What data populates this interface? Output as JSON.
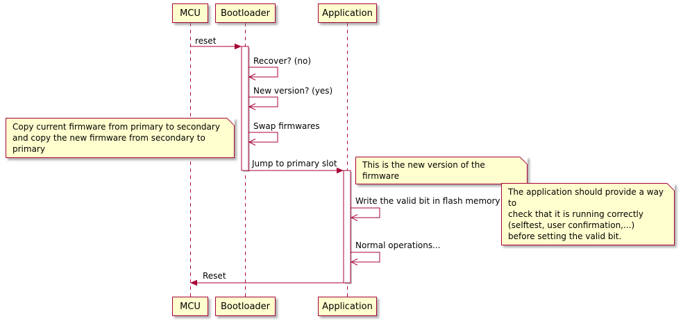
{
  "participants": {
    "mcu": "MCU",
    "bootloader": "Bootloader",
    "application": "Application"
  },
  "messages": {
    "reset": "reset",
    "recover": "Recover? (no)",
    "new_version": "New version? (yes)",
    "swap": "Swap firmwares",
    "jump": "Jump to primary slot",
    "write_valid": "Write the valid bit in flash memory",
    "normal_ops": "Normal operations...",
    "reset_back": "Reset"
  },
  "notes": {
    "copy_firmware": "Copy current firmware from primary to secondary\nand copy the new firmware from secondary to primary",
    "new_firmware": "This is the new version of the firmware",
    "valid_bit": "The application should provide a way to\ncheck that it is running correctly\n(selftest, user confirmation,...)\nbefore setting the valid bit."
  },
  "colors": {
    "box_fill": "#FEFECE",
    "line": "#A80036",
    "background": "#FFFFFF",
    "text": "#000000",
    "shadow": "#888888"
  }
}
